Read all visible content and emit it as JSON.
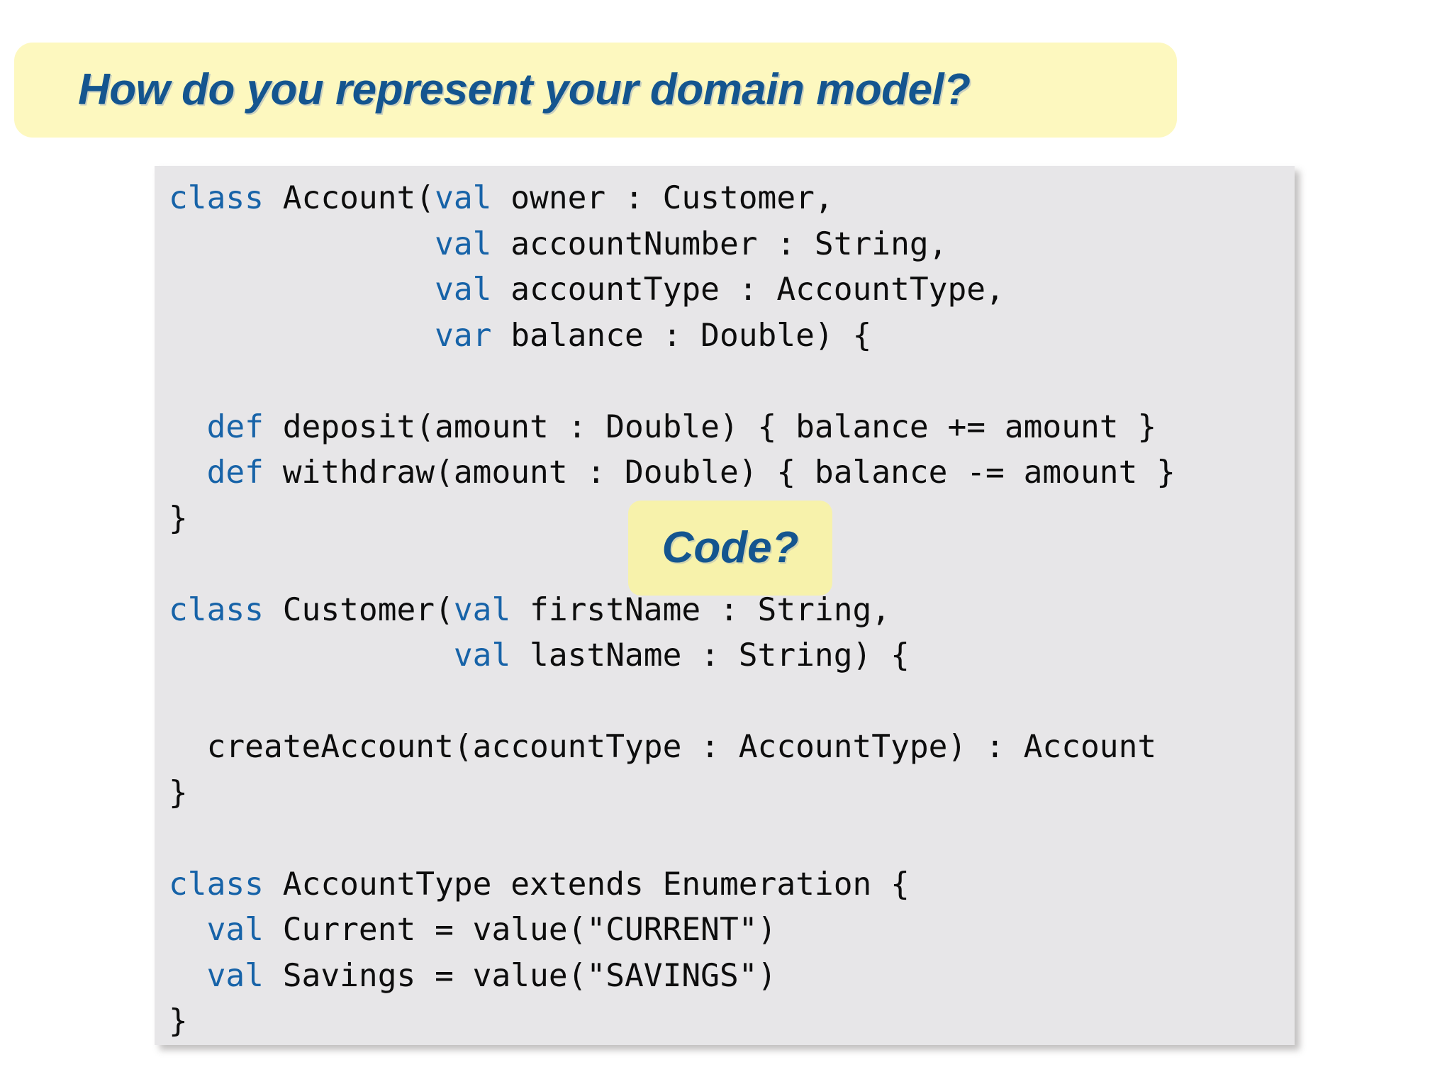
{
  "slide": {
    "title": "How do you represent your domain model?",
    "title_color": "#14558f",
    "title_banner_color": "#fdf8bf",
    "background_color": "#ffffff"
  },
  "callout": {
    "label": "Code?",
    "background_color": "#f7f2ab",
    "text_color": "#14558f"
  },
  "code_panel": {
    "background_color": "#e7e6e8",
    "text_color": "#0d0d0d",
    "keyword_color": "#1763a8",
    "language": "Scala",
    "keywords": [
      "class",
      "val",
      "var",
      "def"
    ],
    "lines": [
      "class Account(val owner : Customer,",
      "              val accountNumber : String,",
      "              val accountType : AccountType,",
      "              var balance : Double) {",
      "",
      "  def deposit(amount : Double) { balance += amount }",
      "  def withdraw(amount : Double) { balance -= amount }",
      "}",
      "",
      "class Customer(val firstName : String,",
      "               val lastName : String) {",
      "",
      "  createAccount(accountType : AccountType) : Account",
      "}",
      "",
      "class AccountType extends Enumeration {",
      "  val Current = value(\"CURRENT\")",
      "  val Savings = value(\"SAVINGS\")",
      "}"
    ],
    "html_lines": [
      "<span class=\"kw\">class</span> Account(<span class=\"kw\">val</span> owner : Customer,",
      "              <span class=\"kw\">val</span> accountNumber : String,",
      "              <span class=\"kw\">val</span> accountType : AccountType,",
      "              <span class=\"kw\">var</span> balance : Double) {",
      "",
      "  <span class=\"kw\">def</span> deposit(amount : Double) { balance += amount }",
      "  <span class=\"kw\">def</span> withdraw(amount : Double) { balance -= amount }",
      "}",
      "",
      "<span class=\"kw\">class</span> Customer(<span class=\"kw\">val</span> firstName : String,",
      "               <span class=\"kw\">val</span> lastName : String) {",
      "",
      "  createAccount(accountType : AccountType) : Account",
      "}",
      "",
      "<span class=\"kw\">class</span> AccountType extends Enumeration {",
      "  <span class=\"kw\">val</span> Current = value(\"CURRENT\")",
      "  <span class=\"kw\">val</span> Savings = value(\"SAVINGS\")",
      "}"
    ]
  }
}
